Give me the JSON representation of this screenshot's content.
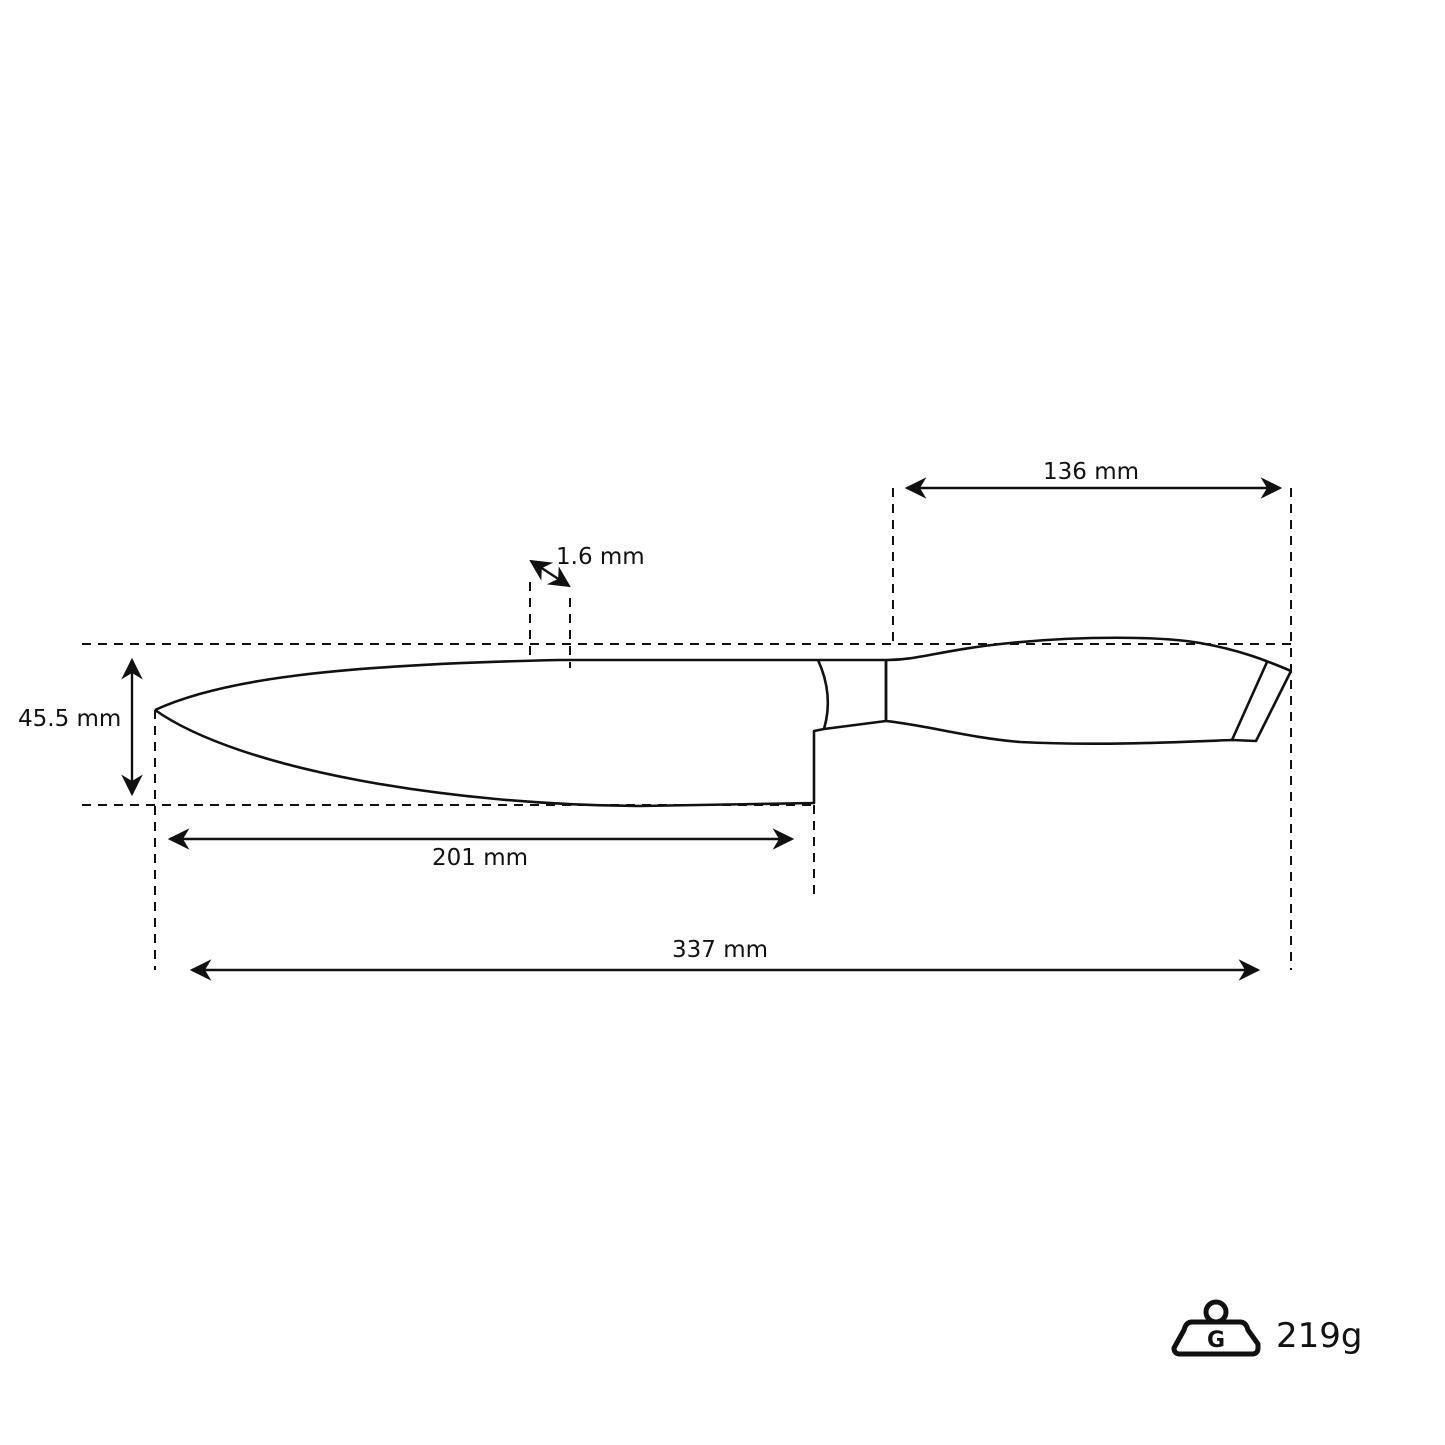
{
  "diagram": {
    "subject": "Chef knife technical drawing",
    "colors": {
      "line": "#111111",
      "background": "#ffffff"
    },
    "dimensions": {
      "blade_length": "201 mm",
      "total_length": "337 mm",
      "handle_length": "136 mm",
      "blade_height": "45.5 mm",
      "blade_thickness": "1.6 mm"
    },
    "weight": {
      "icon": "weight-icon",
      "icon_letter": "G",
      "value": "219g"
    }
  }
}
